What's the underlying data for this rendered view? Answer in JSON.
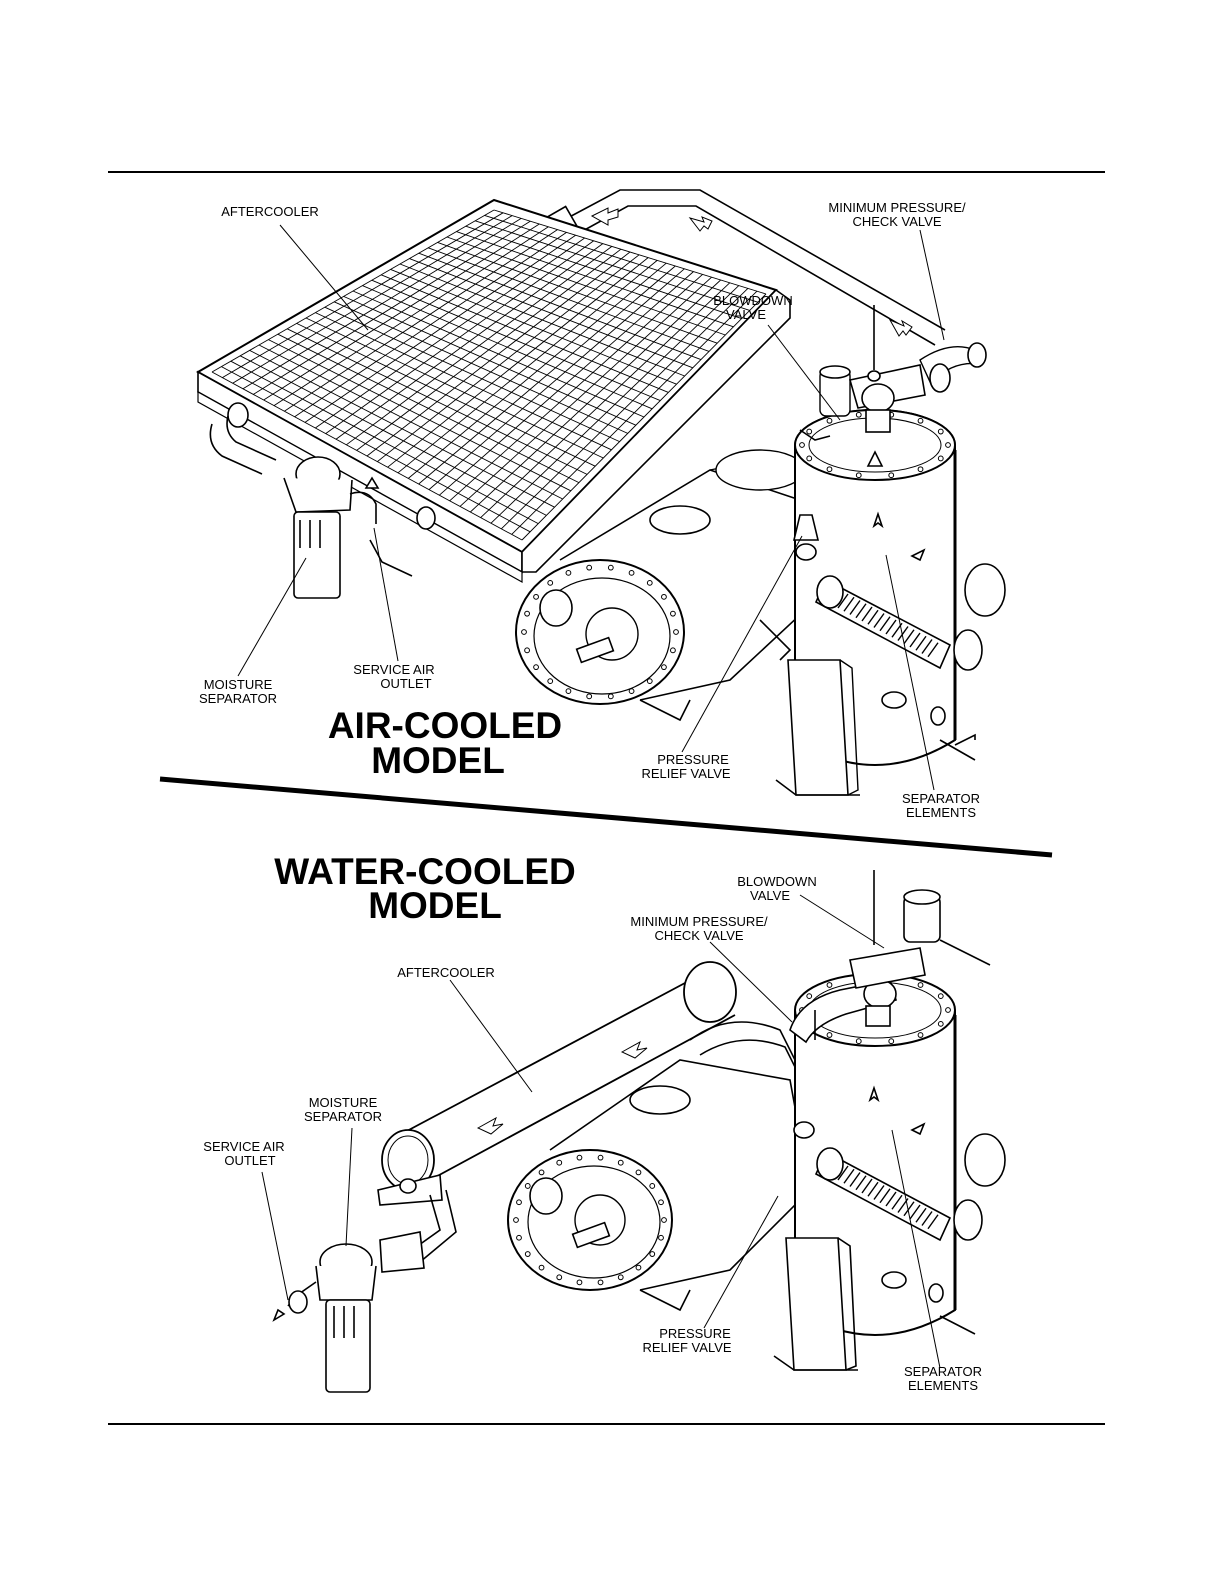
{
  "air_cooled": {
    "title_line1": "AIR-COOLED",
    "title_line2": "MODEL",
    "labels": {
      "aftercooler": "AFTERCOOLER",
      "min_pressure_line1": "MINIMUM PRESSURE/",
      "min_pressure_line2": "CHECK VALVE",
      "blowdown_line1": "BLOWDOWN",
      "blowdown_line2": "VALVE",
      "moisture_line1": "MOISTURE",
      "moisture_line2": "SEPARATOR",
      "service_air_line1": "SERVICE AIR",
      "service_air_line2": "OUTLET",
      "pressure_relief_line1": "PRESSURE",
      "pressure_relief_line2": "RELIEF VALVE",
      "separator_line1": "SEPARATOR",
      "separator_line2": "ELEMENTS"
    }
  },
  "water_cooled": {
    "title_line1": "WATER-COOLED",
    "title_line2": "MODEL",
    "labels": {
      "blowdown_line1": "BLOWDOWN",
      "blowdown_line2": "VALVE",
      "min_pressure_line1": "MINIMUM PRESSURE/",
      "min_pressure_line2": "CHECK VALVE",
      "aftercooler": "AFTERCOOLER",
      "moisture_line1": "MOISTURE",
      "moisture_line2": "SEPARATOR",
      "service_air_line1": "SERVICE AIR",
      "service_air_line2": "OUTLET",
      "pressure_relief_line1": "PRESSURE",
      "pressure_relief_line2": "RELIEF VALVE",
      "separator_line1": "SEPARATOR",
      "separator_line2": "ELEMENTS"
    }
  }
}
